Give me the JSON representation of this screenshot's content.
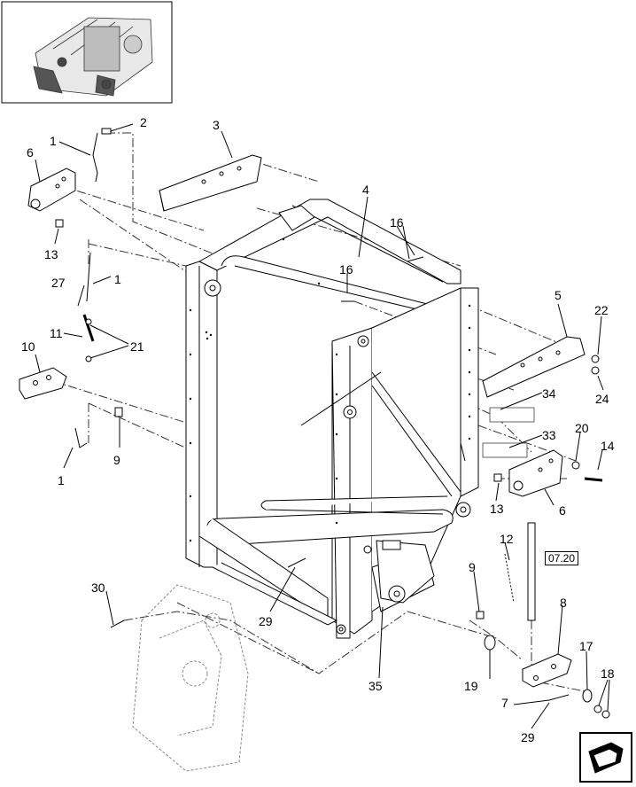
{
  "reference_box": "07.20",
  "callouts": [
    {
      "id": "c-2",
      "text": "2"
    },
    {
      "id": "c-1a",
      "text": "1"
    },
    {
      "id": "c-6a",
      "text": "6"
    },
    {
      "id": "c-13a",
      "text": "13"
    },
    {
      "id": "c-3",
      "text": "3"
    },
    {
      "id": "c-4",
      "text": "4"
    },
    {
      "id": "c-16a",
      "text": "16"
    },
    {
      "id": "c-16b",
      "text": "16"
    },
    {
      "id": "c-1b",
      "text": "1"
    },
    {
      "id": "c-27",
      "text": "27"
    },
    {
      "id": "c-11",
      "text": "11"
    },
    {
      "id": "c-21",
      "text": "21"
    },
    {
      "id": "c-10",
      "text": "10"
    },
    {
      "id": "c-9a",
      "text": "9"
    },
    {
      "id": "c-1c",
      "text": "1"
    },
    {
      "id": "c-5",
      "text": "5"
    },
    {
      "id": "c-22",
      "text": "22"
    },
    {
      "id": "c-24",
      "text": "24"
    },
    {
      "id": "c-34",
      "text": "34"
    },
    {
      "id": "c-33",
      "text": "33"
    },
    {
      "id": "c-20",
      "text": "20"
    },
    {
      "id": "c-14",
      "text": "14"
    },
    {
      "id": "c-13b",
      "text": "13"
    },
    {
      "id": "c-6b",
      "text": "6"
    },
    {
      "id": "c-12",
      "text": "12"
    },
    {
      "id": "c-9b",
      "text": "9"
    },
    {
      "id": "c-8",
      "text": "8"
    },
    {
      "id": "c-30",
      "text": "30"
    },
    {
      "id": "c-29a",
      "text": "29"
    },
    {
      "id": "c-35",
      "text": "35"
    },
    {
      "id": "c-19",
      "text": "19"
    },
    {
      "id": "c-17",
      "text": "17"
    },
    {
      "id": "c-18",
      "text": "18"
    },
    {
      "id": "c-7",
      "text": "7"
    },
    {
      "id": "c-29b",
      "text": "29"
    }
  ],
  "icons": {
    "thumbnail": "baler-overview-thumbnail",
    "nav": "next-page-arrow-icon"
  }
}
